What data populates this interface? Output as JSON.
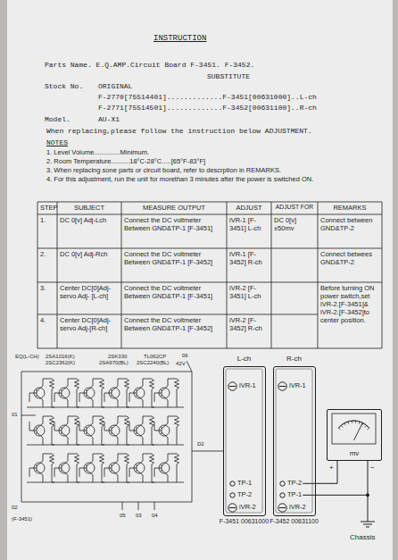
{
  "diagram": {
    "nodes": [
      {
        "text": [
          "L-ch",
          "F-3451 00631000"
        ]
      },
      {
        "text": [
          "iVR-1"
        ],
        "in": 0
      },
      {
        "text": [
          "TP-1"
        ],
        "in": 0
      },
      {
        "text": [
          "TP-2"
        ],
        "in": 0
      },
      {
        "text": [
          "iVR-2"
        ],
        "in": 0
      },
      {
        "text": [
          "R-ch",
          "F-3452 00631100"
        ]
      },
      {
        "text": [
          "iVR-1"
        ],
        "in": 5
      },
      {
        "text": [
          "TP-2"
        ],
        "in": 5
      },
      {
        "text": [
          "TP-1"
        ],
        "in": 5
      },
      {
        "text": [
          "iVR-2"
        ],
        "in": 5
      },
      {
        "text": [
          "mv"
        ]
      }
    ],
    "edges": [
      {
        "from": 7,
        "to": 10,
        "arrow": "none"
      },
      {
        "from": 8,
        "to": 10,
        "arrow": "none"
      }
    ],
    "labels": [
      "INSTRUCTION",
      "Parts Name. E.Q.AMP.Circuit Board F-3451. F-3452.",
      "SUBSTITUTE",
      "Stock No.",
      "ORIGINAL",
      "F-2770[75514401].............F-3451[00631000]..L-ch",
      "F-2771[75514501].............F-3452[00631100]..R-ch",
      "Model.",
      "AU-X1",
      "When replacing,please follow the instruction below ADJUSTMENT.",
      "NOTES",
      "1. Level Volume..............Minimum.",
      "2. Room Temperature..........18°C-28°C.....[65°F-83°F]",
      "3. When replacing sone parts or circuit board, refer to descrption in REMARKS.",
      "4. For this adjustment, run the unit for morethan 3 minutes after the power is switched ON.",
      "STEP",
      "SUBJECT",
      "MEASURE OUTPUT",
      "ADJUST",
      "ADJUST FOR",
      "REMARKS",
      "1.",
      "DC 0[v] Adj-Lch",
      "Connect the DC voltmeter Between GND&TP-1 [F-3451]",
      "iVR-1 [F-3451] L-ch",
      "DC 0[v]±50mv",
      "Connect between GND&TP-2",
      "2.",
      "DC 0[v] Adj-Rch",
      "Connect the DC voltmeter Between GND&TP-1 [F-3452]",
      "iVR-1 [F-3452] R-ch",
      "Connect betwees GND&TP-2",
      "3.",
      "Center DC[0]Adj-servo Adj- [L-ch]",
      "Connect the DC voltmeter Between GND&TP-1 [F-3451]",
      "iVR-2 [F-3451] L-ch",
      "Before turning ON power switch,set iVR-2.[F-3451]& iVR-2.[F-3452]to center position.",
      "4.",
      "Center DC[0]Adj-servo Adj-[R-ch]",
      "Connect the DC voltmeter Between GND&TP-1 [F-3452]",
      "iVR-2 [F-3452] R-ch",
      "EQ(L-CH)",
      "2SA1016(K)",
      "2SC2362(K)",
      "2SK330",
      "TL062CP",
      "2SA970(BL)",
      "2SC2240(BL)",
      "01",
      "02",
      "03",
      "04",
      "05",
      "06",
      "D2",
      "42V",
      "(F-3451)",
      "+",
      "−",
      "Chassis"
    ]
  }
}
